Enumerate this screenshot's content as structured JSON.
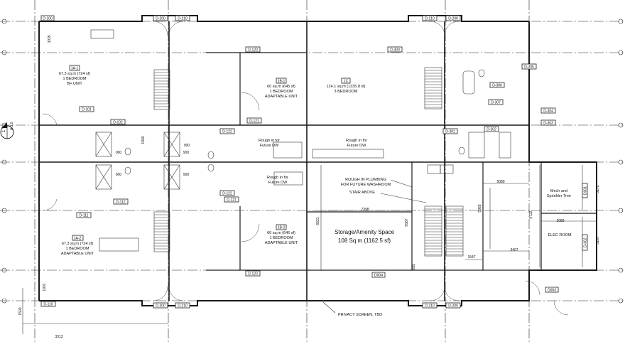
{
  "rooms": {
    "unit_1a1": {
      "code": "1A-1",
      "area": "67.3 sq.m (724 sf)",
      "type": "1 BEDROOM",
      "note": "BF UNIT"
    },
    "unit_1b1": {
      "code": "1B-1",
      "area": "60 sq.m (645 sf)",
      "type": "1 BEDROOM",
      "note": "ADAPTABLE UNIT"
    },
    "unit_1c": {
      "code": "1C",
      "area": "124.1 sq.m (1335.8 sf)",
      "type": "3 BEDROOM"
    },
    "unit_1a2": {
      "code": "1A-2",
      "area": "67.3 sq.m (724 sf)",
      "type": "1 BEDROOM",
      "note": "ADAPTABLE UNIT"
    },
    "unit_1b2": {
      "code": "1B-2",
      "area": "60 sq.m (646 sf)",
      "type": "1 BEDROOM",
      "note": "ADAPTABLE UNIT"
    },
    "storage": {
      "name": "Storage/Amenity Space",
      "area": "108 Sq m (1162.5 sf)"
    },
    "mech": {
      "line1": "Mech and",
      "line2": "Sprinkler Tree"
    },
    "elec": {
      "name": "ELEC ROOM"
    }
  },
  "notes": {
    "rough_in_1_a": "Rough in for",
    "rough_in_1_b": "Future DW",
    "rough_in_2_a": "Rough in for",
    "rough_in_2_b": "Future DW",
    "rough_in_3_a": "Rough in for",
    "rough_in_3_b": "Future DW",
    "plumbing_a": "ROUGH IN PLUMBING",
    "plumbing_b": "FOR FUTURE WASHROOM",
    "stair_above": "STAIR ABOVE",
    "privacy": "PRIVACY SCREEN, TBD"
  },
  "section_marker": {
    "number": "1",
    "sheet": "A 3.0"
  },
  "door_tags": {
    "d100": "D-100",
    "d200_tl": "D-200",
    "d210_tl": "D-210",
    "d210_tr": "D-210",
    "d200_tr": "D-200",
    "d120_top": "D-120",
    "d300": "D-300",
    "d305": "D-305",
    "d306": "D-306",
    "d307": "D-307",
    "d101": "D-101",
    "d102": "D-102",
    "d121_top": "D-121",
    "d122_top": "D-122",
    "d304": "D-304",
    "d303": "D-303",
    "d301": "D-301",
    "d302": "D-302",
    "d122_bot": "D-122",
    "d121_bot": "D-121",
    "d112": "D-112",
    "d111": "D-111",
    "d120_bot": "D-120",
    "d004": "D004",
    "d003": "D003",
    "d110": "D-110",
    "d200_bl": "D-200",
    "d210_bl": "D-210",
    "d210_br": "D-210",
    "d200_br": "D-200",
    "d001": "D001",
    "d002": "D-002"
  },
  "dimensions": {
    "w900_a": "900",
    "w900_b": "900",
    "w900_c": "900",
    "w900_d": "900",
    "w900_e": "900",
    "w1900": "1900",
    "w1500": "1500",
    "w3313": "3313",
    "w5080": "5080",
    "w7398": "7398",
    "w2089": "2089",
    "w3407": "3407",
    "w1547": "1547",
    "w3272": "3272",
    "w3167": "3167",
    "w6722": "6722",
    "w5965": "5965",
    "w6531": "6531",
    "w5587": "5587",
    "w3035": "3035",
    "w1901": "1901",
    "w835": "835"
  }
}
